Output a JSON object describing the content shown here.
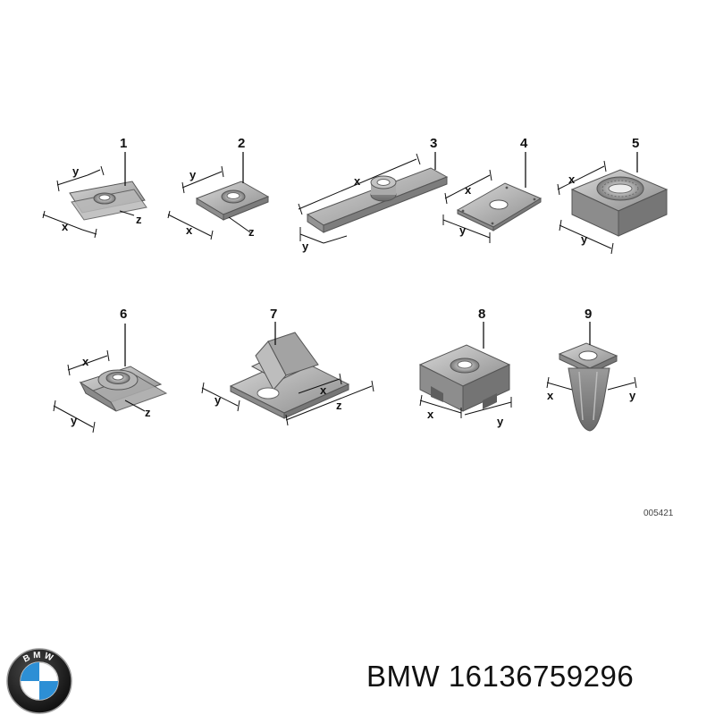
{
  "diagram_code": "005421",
  "caption": "BMW 16136759296",
  "logo_text": "BMW",
  "parts": [
    {
      "number": "1",
      "dims": [
        "y",
        "x",
        "z"
      ]
    },
    {
      "number": "2",
      "dims": [
        "y",
        "x",
        "z"
      ]
    },
    {
      "number": "3",
      "dims": [
        "x",
        "y"
      ]
    },
    {
      "number": "4",
      "dims": [
        "x",
        "y"
      ]
    },
    {
      "number": "5",
      "dims": [
        "x",
        "y"
      ]
    },
    {
      "number": "6",
      "dims": [
        "x",
        "y",
        "z"
      ]
    },
    {
      "number": "7",
      "dims": [
        "y",
        "x",
        "z"
      ]
    },
    {
      "number": "8",
      "dims": [
        "x",
        "y"
      ]
    },
    {
      "number": "9",
      "dims": [
        "x",
        "y"
      ]
    }
  ]
}
